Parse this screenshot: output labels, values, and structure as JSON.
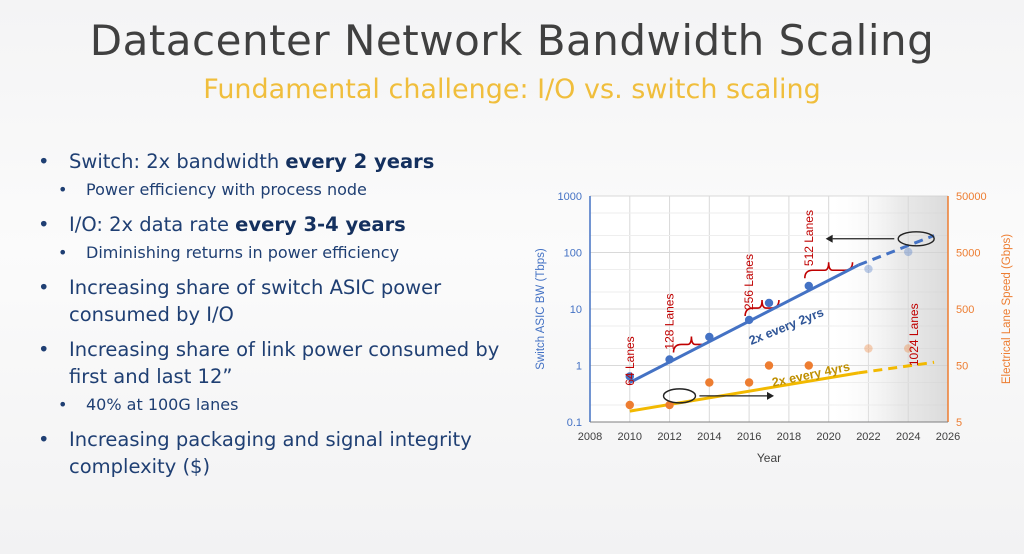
{
  "slide": {
    "title": "Datacenter Network Bandwidth Scaling",
    "subtitle": "Fundamental challenge: I/O vs. switch scaling"
  },
  "bullets": [
    {
      "text": "Switch: 2x bandwidth ",
      "em": "every 2 years",
      "level": 1
    },
    {
      "text": "Power efficiency with process node",
      "level": 2
    },
    {
      "text": "I/O:  2x data rate ",
      "em": "every 3-4 years",
      "level": 1
    },
    {
      "text": "Diminishing returns in power efficiency",
      "level": 2
    },
    {
      "text": "Increasing share of switch ASIC power consumed by I/O",
      "level": 1
    },
    {
      "text": "Increasing share of link power consumed by first and last 12”",
      "level": 1
    },
    {
      "text": "40% at 100G lanes",
      "level": 2
    },
    {
      "text": "Increasing packaging and signal integrity complexity ($)",
      "level": 1
    }
  ],
  "chart_data": {
    "type": "scatter",
    "xlabel": "Year",
    "ylabel": "Switch ASIC BW (Tbps)",
    "y2label": "Electrical Lane Speed (Gbps)",
    "xlim": [
      2008,
      2026
    ],
    "xticks": [
      "2008",
      "2010",
      "2012",
      "2014",
      "2016",
      "2018",
      "2020",
      "2022",
      "2024",
      "2026"
    ],
    "ylim": [
      0.1,
      1000
    ],
    "yscale": "log",
    "yticks": [
      "0.1",
      "1",
      "10",
      "100",
      "1000"
    ],
    "y2lim": [
      5,
      50000
    ],
    "y2scale": "log",
    "y2ticks": [
      "5",
      "50",
      "500",
      "5000",
      "50000"
    ],
    "grid": true,
    "series": [
      {
        "axis": "left",
        "color": "#4472c4",
        "points": [
          [
            2010,
            0.64
          ],
          [
            2012,
            1.28
          ],
          [
            2014,
            3.2
          ],
          [
            2016,
            6.4
          ],
          [
            2017,
            12.8
          ],
          [
            2019,
            25.6
          ]
        ],
        "projected": [
          [
            2022,
            51.2
          ],
          [
            2024,
            102.4
          ]
        ]
      },
      {
        "axis": "right",
        "color": "#ed7d31",
        "points": [
          [
            2010,
            10
          ],
          [
            2012,
            10
          ],
          [
            2014,
            25
          ],
          [
            2016,
            25
          ],
          [
            2017,
            50
          ],
          [
            2019,
            50
          ]
        ],
        "projected": [
          [
            2022,
            100
          ],
          [
            2024,
            100
          ]
        ]
      }
    ],
    "trendlines": [
      {
        "color": "#4472c4",
        "from": [
          2010,
          0.5
        ],
        "to": [
          2021.5,
          60
        ],
        "dashed_to": [
          2025.3,
          200
        ],
        "label": "2x every 2yrs"
      },
      {
        "color": "#f2b900",
        "from": [
          2010,
          7.8
        ],
        "to": [
          2021.5,
          37
        ],
        "dashed_to": [
          2025.3,
          57
        ],
        "label": "2x every 4yrs"
      }
    ],
    "lane_labels": [
      {
        "text": "64 Lanes",
        "x": 2010,
        "y": 1.2
      },
      {
        "text": "128 Lanes",
        "x": 2012,
        "y": 6
      },
      {
        "text": "256 Lanes",
        "x": 2016,
        "y": 30
      },
      {
        "text": "512 Lanes",
        "x": 2019,
        "y": 180
      },
      {
        "text": "1024 Lanes",
        "x": 2024.3,
        "y": 3.5
      }
    ]
  }
}
